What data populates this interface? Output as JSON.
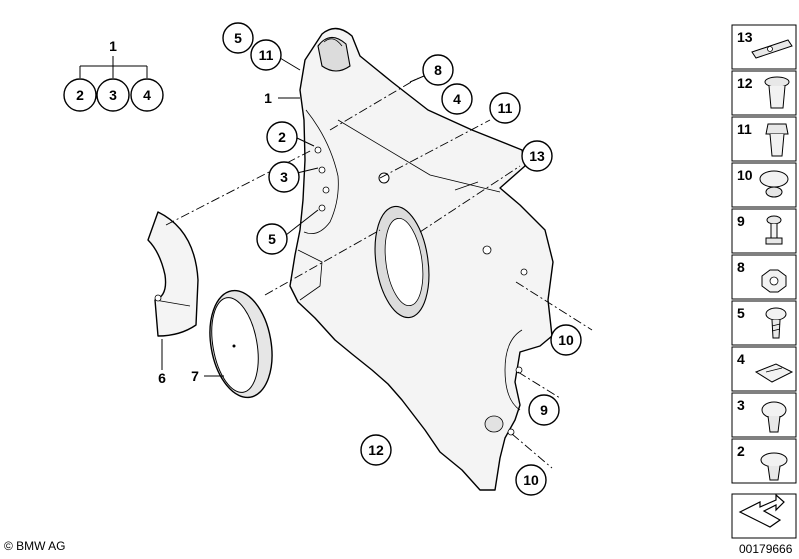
{
  "hierarchy": {
    "parent": "1",
    "children": [
      "2",
      "3",
      "4"
    ]
  },
  "callouts": {
    "c5a": "5",
    "c11a": "11",
    "c1": "1",
    "c8": "8",
    "c4": "4",
    "c11b": "11",
    "c2": "2",
    "c3": "3",
    "c13": "13",
    "c5b": "5",
    "c6": "6",
    "c7": "7",
    "c10a": "10",
    "c9": "9",
    "c12": "12",
    "c10b": "10"
  },
  "legend": [
    {
      "label": "13",
      "icon": "clip-strip-icon"
    },
    {
      "label": "12",
      "icon": "expanding-nut-icon"
    },
    {
      "label": "11",
      "icon": "rivet-nut-icon"
    },
    {
      "label": "10",
      "icon": "cap-icon"
    },
    {
      "label": "9",
      "icon": "bolt-icon"
    },
    {
      "label": "8",
      "icon": "clip-nut-icon"
    },
    {
      "label": "5",
      "icon": "screw-icon"
    },
    {
      "label": "4",
      "icon": "spring-nut-icon"
    },
    {
      "label": "3",
      "icon": "expanding-rivet-icon"
    },
    {
      "label": "2",
      "icon": "expanding-rivet-2-icon"
    },
    {
      "label": "",
      "icon": "direction-arrow-icon"
    }
  ],
  "footer": {
    "copyright": "© BMW AG",
    "diagram_number": "00179666"
  }
}
